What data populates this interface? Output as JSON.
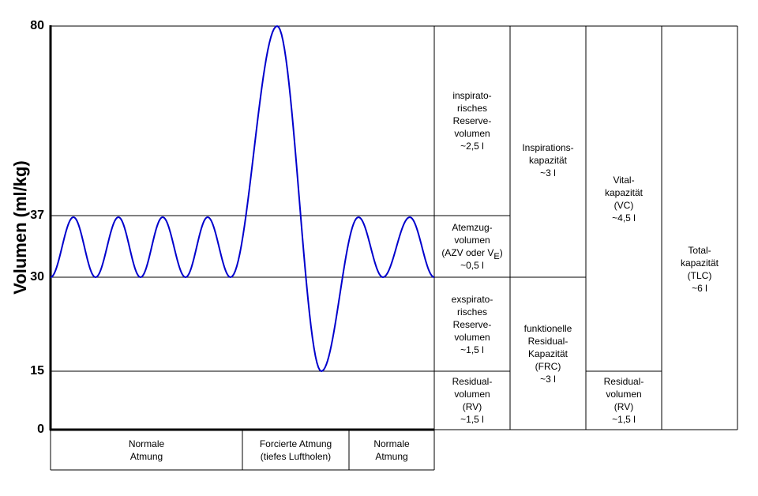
{
  "y_axis": {
    "title": "Volumen (ml/kg)",
    "ticks": [
      "80",
      "37",
      "30",
      "15",
      "0"
    ]
  },
  "curve_color": "#0000cc",
  "cells": {
    "irv": [
      "inspirato-",
      "risches",
      "Reserve-",
      "volumen",
      "~2,5 l"
    ],
    "azv": [
      "Atemzug-",
      "volumen",
      {
        "pre": "(AZV oder V",
        "sub": "E",
        "post": ")"
      },
      "~0,5 l"
    ],
    "erv": [
      "exspirato-",
      "risches",
      "Reserve-",
      "volumen",
      "~1,5 l"
    ],
    "rv1": [
      "Residual-",
      "volumen",
      "(RV)",
      "~1,5 l"
    ],
    "ic": [
      "Inspirations-",
      "kapazität",
      "~3 l"
    ],
    "frc": [
      "funktionelle",
      "Residual-",
      "Kapazität",
      "(FRC)",
      "~3 l"
    ],
    "vc": [
      "Vital-",
      "kapazität",
      "(VC)",
      "~4,5 l"
    ],
    "rv2": [
      "Residual-",
      "volumen",
      "(RV)",
      "~1,5 l"
    ],
    "tlc": [
      "Total-",
      "kapazität",
      "(TLC)",
      "~6 l"
    ],
    "normal1": [
      "Normale",
      "Atmung"
    ],
    "forced": [
      "Forcierte Atmung",
      "(tiefes Luftholen)"
    ],
    "normal2": [
      "Normale",
      "Atmung"
    ]
  }
}
